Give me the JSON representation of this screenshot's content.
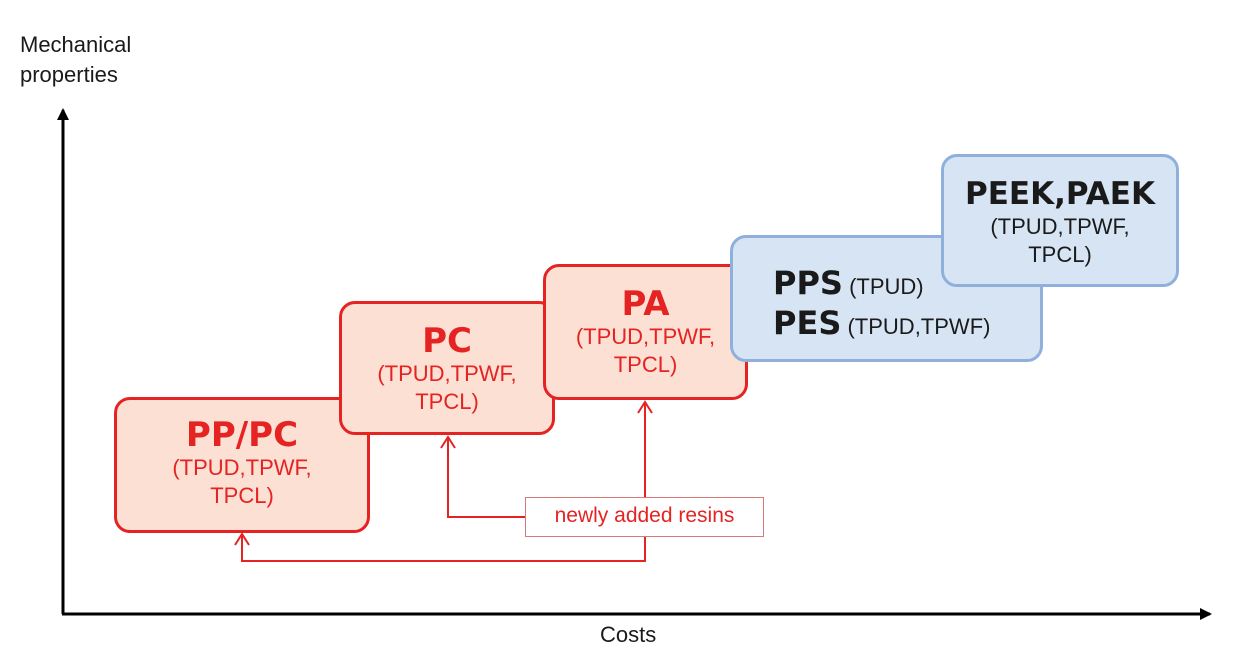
{
  "axes": {
    "y_label_line1": "Mechanical",
    "y_label_line2": "properties",
    "x_label": "Costs"
  },
  "boxes": {
    "pp_pc": {
      "title": "PP/PC",
      "line1": "(TPUD,TPWF,",
      "line2": "TPCL)"
    },
    "pc": {
      "title": "PC",
      "line1": "(TPUD,TPWF,",
      "line2": "TPCL)"
    },
    "pa": {
      "title": "PA",
      "line1": "(TPUD,TPWF,",
      "line2": "TPCL)"
    },
    "pps_pes": {
      "pps_title": "PPS",
      "pps_sub": "(TPUD)",
      "pes_title": "PES",
      "pes_sub": "(TPUD,TPWF)"
    },
    "peek": {
      "title": "PEEK,PAEK",
      "line1": "(TPUD,TPWF,",
      "line2": "TPCL)"
    }
  },
  "callout": {
    "label": "newly added resins"
  },
  "colors": {
    "new_resin_border": "#e52323",
    "new_resin_fill": "#fbe0d3",
    "existing_resin_border": "#8fb0dc",
    "existing_resin_fill": "#d6e4f4"
  }
}
